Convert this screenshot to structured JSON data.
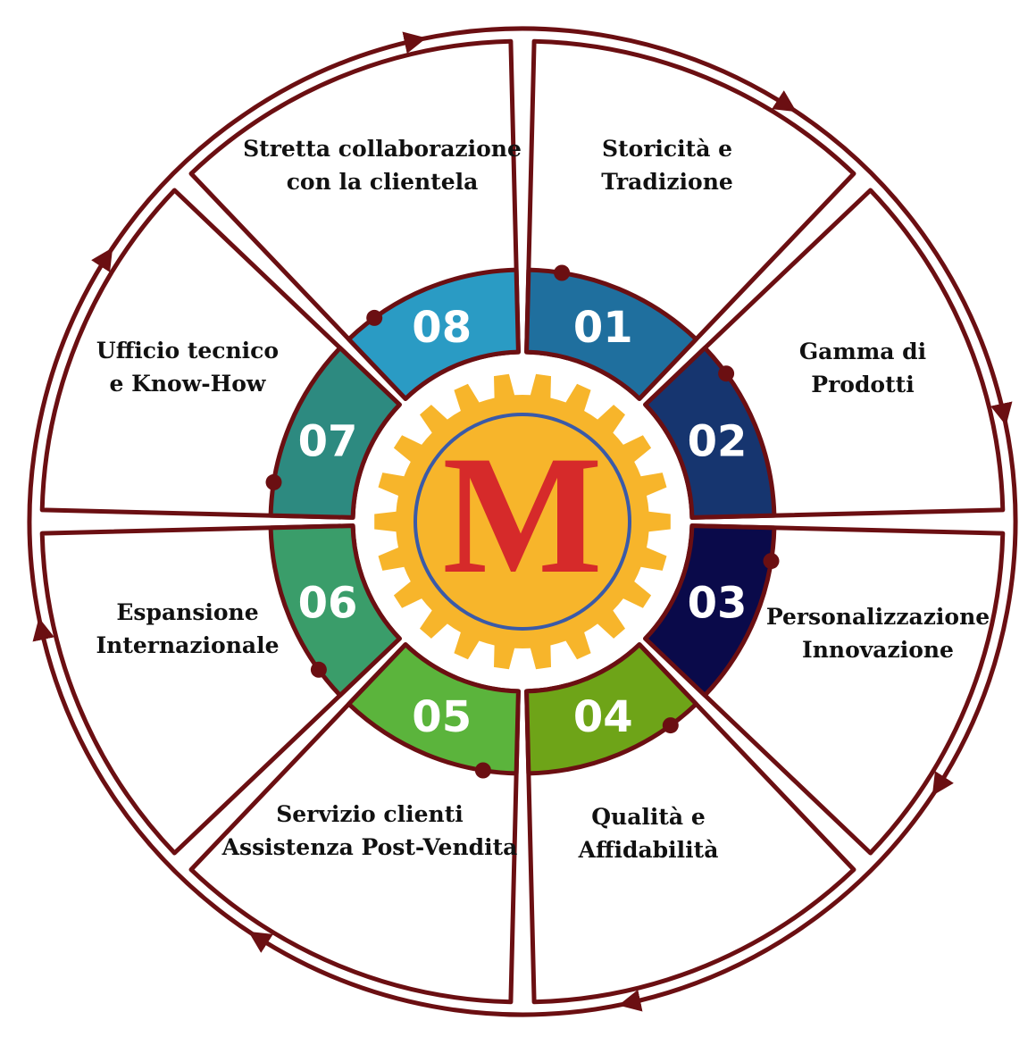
{
  "colors": {
    "outline": "#6b0f12",
    "gear": "#f7b52b",
    "logo_ring": "#3a5aa8",
    "logo_letter": "#d62a2a"
  },
  "logo": {
    "letter": "M"
  },
  "segments": [
    {
      "number": "01",
      "color": "#1f6f9e",
      "label": [
        "Storicità e",
        "Tradizione"
      ]
    },
    {
      "number": "02",
      "color": "#16356f",
      "label": [
        "Gamma di",
        "Prodotti"
      ]
    },
    {
      "number": "03",
      "color": "#0a0a4a",
      "label": [
        "Personalizzazione",
        "Innovazione"
      ]
    },
    {
      "number": "04",
      "color": "#6ea418",
      "label": [
        "Qualità e",
        "Affidabilità"
      ]
    },
    {
      "number": "05",
      "color": "#5bb43c",
      "label": [
        "Servizio clienti",
        "Assistenza Post-Vendita"
      ]
    },
    {
      "number": "06",
      "color": "#3a9d6a",
      "label": [
        "Espansione",
        "Internazionale"
      ]
    },
    {
      "number": "07",
      "color": "#2d8a80",
      "label": [
        "Ufficio tecnico",
        "e Know-How"
      ]
    },
    {
      "number": "08",
      "color": "#2a9bc4",
      "label": [
        "Stretta collaborazione",
        "con la clientela"
      ]
    }
  ]
}
